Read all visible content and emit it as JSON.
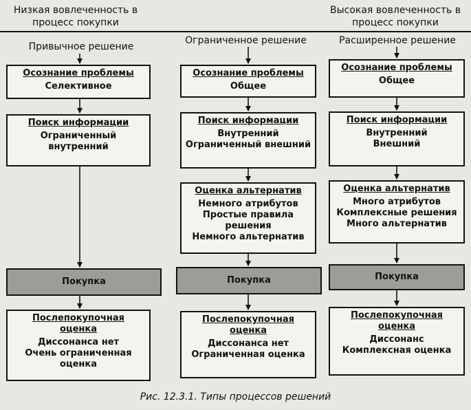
{
  "header": {
    "left": [
      "Низкая вовлеченность",
      "в процесс покупки"
    ],
    "right": [
      "Высокая вовлеченность",
      "в процесс покупки"
    ]
  },
  "columns": [
    {
      "title": "Привычное решение",
      "problem": {
        "title": "Осознание проблемы",
        "lines": [
          "Селективное"
        ]
      },
      "search": {
        "title": "Поиск информации",
        "lines": [
          "Ограниченный",
          "внутренний"
        ]
      },
      "purchase": "Покупка",
      "post": {
        "title": [
          "Послепокупочная",
          "оценка"
        ],
        "lines": [
          "Диссонанса нет",
          "Очень ограниченная",
          "оценка"
        ]
      }
    },
    {
      "title": "Ограниченное решение",
      "problem": {
        "title": "Осознание проблемы",
        "lines": [
          "Общее"
        ]
      },
      "search": {
        "title": "Поиск информации",
        "lines": [
          "Внутренний",
          "Ограниченный внешний"
        ]
      },
      "evaluation": {
        "title": "Оценка альтернатив",
        "lines": [
          "Немного атрибутов",
          "Простые правила",
          "решения",
          "Немного альтернатив"
        ]
      },
      "purchase": "Покупка",
      "post": {
        "title": [
          "Послепокупочная",
          "оценка"
        ],
        "lines": [
          "Диссонанса нет",
          "Ограниченная оценка"
        ]
      }
    },
    {
      "title": "Расширенное решение",
      "problem": {
        "title": "Осознание проблемы",
        "lines": [
          "Общее"
        ]
      },
      "search": {
        "title": "Поиск информации",
        "lines": [
          "Внутренний",
          "Внешний"
        ]
      },
      "evaluation": {
        "title": "Оценка альтернатив",
        "lines": [
          "Много атрибутов",
          "Комплексные решения",
          "Много альтернатив"
        ]
      },
      "purchase": "Покупка",
      "post": {
        "title": [
          "Послепокупочная",
          "оценка"
        ],
        "lines": [
          "Диссонанс",
          "Комплексная оценка"
        ]
      }
    }
  ],
  "caption": "Рис. 12.3.1. Типы процессов решений",
  "colors": {
    "background": "#e9e7e2",
    "box": "#f4f3ef",
    "purchase_box": "#9d9c98",
    "line": "#111111"
  }
}
